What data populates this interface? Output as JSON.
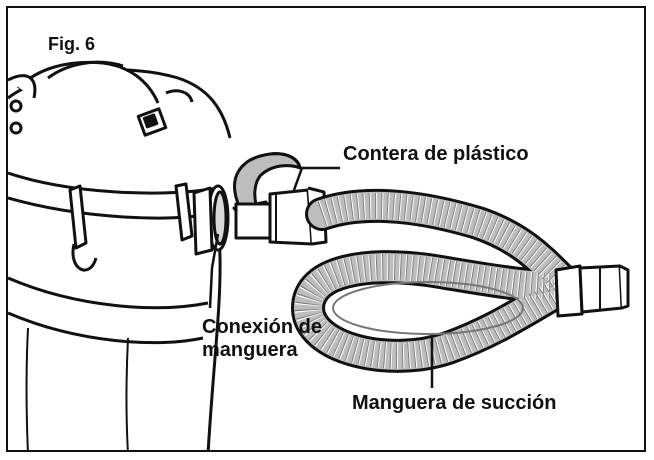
{
  "figure": {
    "label": "Fig. 6"
  },
  "labels": {
    "plastic_tip": "Contera de plástico",
    "hose_connection_line1": "Conexión de",
    "hose_connection_line2": "manguera",
    "suction_hose": "Manguera de succión"
  },
  "colors": {
    "line": "#111111",
    "background": "#ffffff",
    "shade": "#9a9a9a"
  },
  "icons": {
    "rotation": "curved-arrow-icon"
  }
}
